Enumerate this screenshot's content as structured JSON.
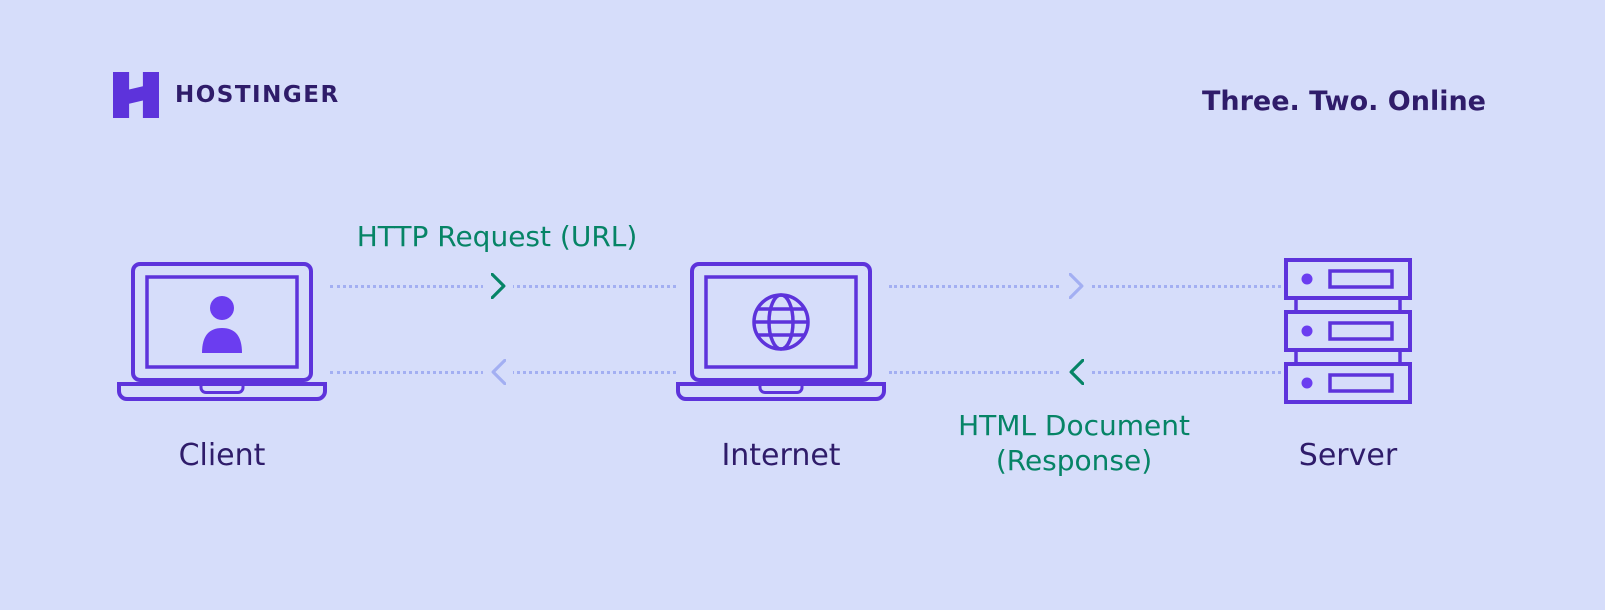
{
  "colors": {
    "background": "#d6ddfa",
    "purple_stroke": "#5d33db",
    "purple_fill": "#6b3df0",
    "navy": "#2f1c6a",
    "green": "#068466",
    "dotted_line": "#a3aff2"
  },
  "header": {
    "brand": "HOSTINGER",
    "tagline": "Three. Two. Online",
    "logo_icon": "hostinger-h-logo"
  },
  "nodes": [
    {
      "id": "client",
      "label": "Client",
      "icon": "laptop-user-icon"
    },
    {
      "id": "internet",
      "label": "Internet",
      "icon": "laptop-globe-icon"
    },
    {
      "id": "server",
      "label": "Server",
      "icon": "server-stack-icon"
    }
  ],
  "flows": [
    {
      "id": "http-request",
      "label": "HTTP Request (URL)",
      "direction": "left-to-right"
    },
    {
      "id": "html-response",
      "label": "HTML Document",
      "label2": "(Response)",
      "direction": "right-to-left"
    }
  ]
}
